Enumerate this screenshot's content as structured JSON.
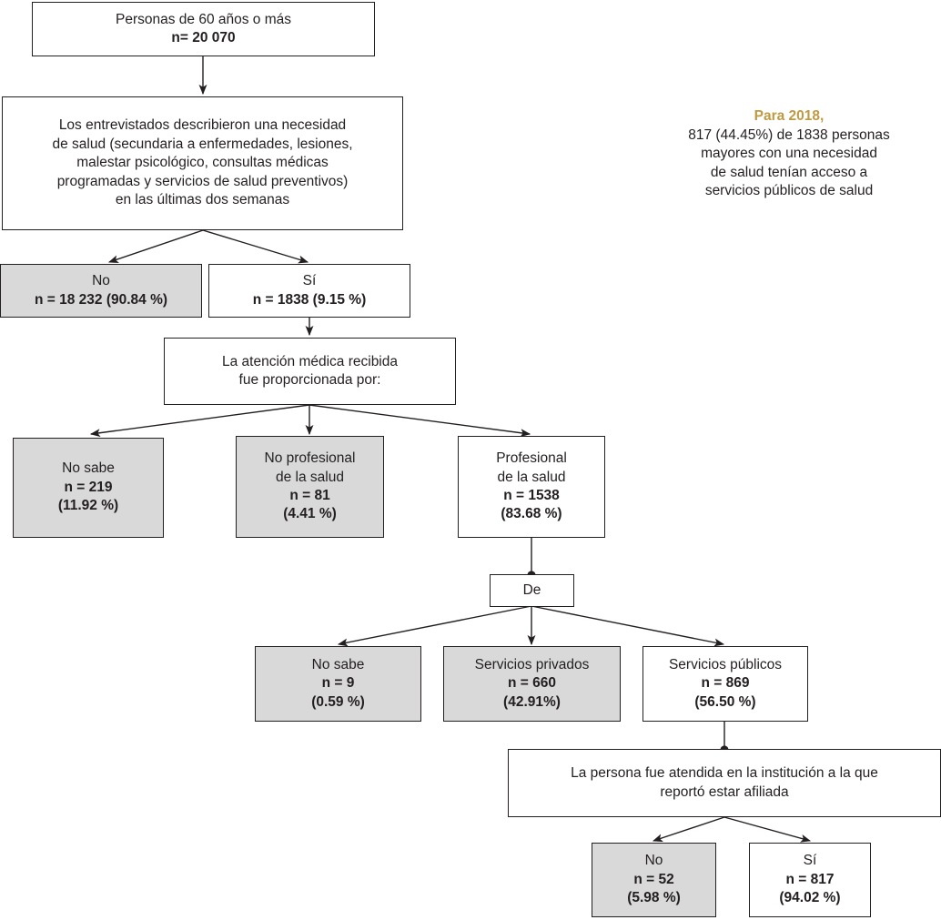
{
  "figure": {
    "type": "flowchart",
    "title": "",
    "palette": {
      "shaded_fill": "#d9d9d9",
      "plain_fill": "#ffffff",
      "stroke": "#231f20",
      "accent": "#bf9a42"
    }
  },
  "nodes": {
    "root": {
      "label": "Personas de 60 años o más",
      "value": "n= 20 070"
    },
    "need": {
      "line1": "Los entrevistados describieron una necesidad",
      "line2": "de salud (secundaria a enfermedades, lesiones,",
      "line3": "malestar psicológico, consultas médicas",
      "line4": "programadas y servicios de salud preventivos)",
      "line5": "en las últimas dos semanas"
    },
    "need_no": {
      "label": "No",
      "value": "n = 18 232 (90.84 %)"
    },
    "need_yes": {
      "label": "Sí",
      "value": "n = 1838 (9.15 %)"
    },
    "care_by": {
      "line1": "La atención médica recibida",
      "line2": "fue proporcionada por:"
    },
    "care_unknown": {
      "label": "No sabe",
      "value": "n = 219",
      "pct": "(11.92 %)"
    },
    "care_nonpro": {
      "line1": "No profesional",
      "line2": "de la salud",
      "value": "n = 81",
      "pct": "(4.41 %)"
    },
    "care_pro": {
      "line1": "Profesional",
      "line2": "de la salud",
      "value": "n = 1538",
      "pct": "(83.68 %)"
    },
    "de": {
      "label": "De"
    },
    "src_unknown": {
      "label": "No sabe",
      "value": "n = 9",
      "pct": "(0.59 %)"
    },
    "src_private": {
      "label": "Servicios privados",
      "value": "n = 660",
      "pct": "(42.91%)"
    },
    "src_public": {
      "label": "Servicios públicos",
      "value": "n = 869",
      "pct": "(56.50 %)"
    },
    "affiliated": {
      "line1": "La persona fue atendida en la institución a la que",
      "line2": "reportó estar afiliada"
    },
    "aff_no": {
      "label": "No",
      "value": "n = 52",
      "pct": "(5.98 %)"
    },
    "aff_yes": {
      "label": "Sí",
      "value": "n = 817",
      "pct": "(94.02 %)"
    }
  },
  "annotation": {
    "header": "Para 2018,",
    "line1": "817 (44.45%) de 1838 personas",
    "line2": "mayores con una necesidad",
    "line3": "de salud tenían acceso a",
    "line4": "servicios públicos de salud"
  },
  "chart_data": {
    "type": "flowchart",
    "title": "Flujo de atención de salud en personas de 60 años o más",
    "total": 20070,
    "levels": [
      {
        "question": "Necesidad de salud en las últimas dos semanas",
        "options": [
          {
            "label": "No",
            "n": 18232,
            "pct": 90.84,
            "shaded": true
          },
          {
            "label": "Sí",
            "n": 1838,
            "pct": 9.15,
            "shaded": false
          }
        ]
      },
      {
        "question": "La atención médica recibida fue proporcionada por:",
        "denominator": 1838,
        "options": [
          {
            "label": "No sabe",
            "n": 219,
            "pct": 11.92,
            "shaded": true
          },
          {
            "label": "No profesional de la salud",
            "n": 81,
            "pct": 4.41,
            "shaded": true
          },
          {
            "label": "Profesional de la salud",
            "n": 1538,
            "pct": 83.68,
            "shaded": false
          }
        ]
      },
      {
        "question": "De",
        "denominator": 1538,
        "options": [
          {
            "label": "No sabe",
            "n": 9,
            "pct": 0.59,
            "shaded": true
          },
          {
            "label": "Servicios privados",
            "n": 660,
            "pct": 42.91,
            "shaded": true
          },
          {
            "label": "Servicios públicos",
            "n": 869,
            "pct": 56.5,
            "shaded": false
          }
        ]
      },
      {
        "question": "La persona fue atendida en la institución a la que reportó estar afiliada",
        "denominator": 869,
        "options": [
          {
            "label": "No",
            "n": 52,
            "pct": 5.98,
            "shaded": true
          },
          {
            "label": "Sí",
            "n": 817,
            "pct": 94.02,
            "shaded": false
          }
        ]
      }
    ]
  }
}
